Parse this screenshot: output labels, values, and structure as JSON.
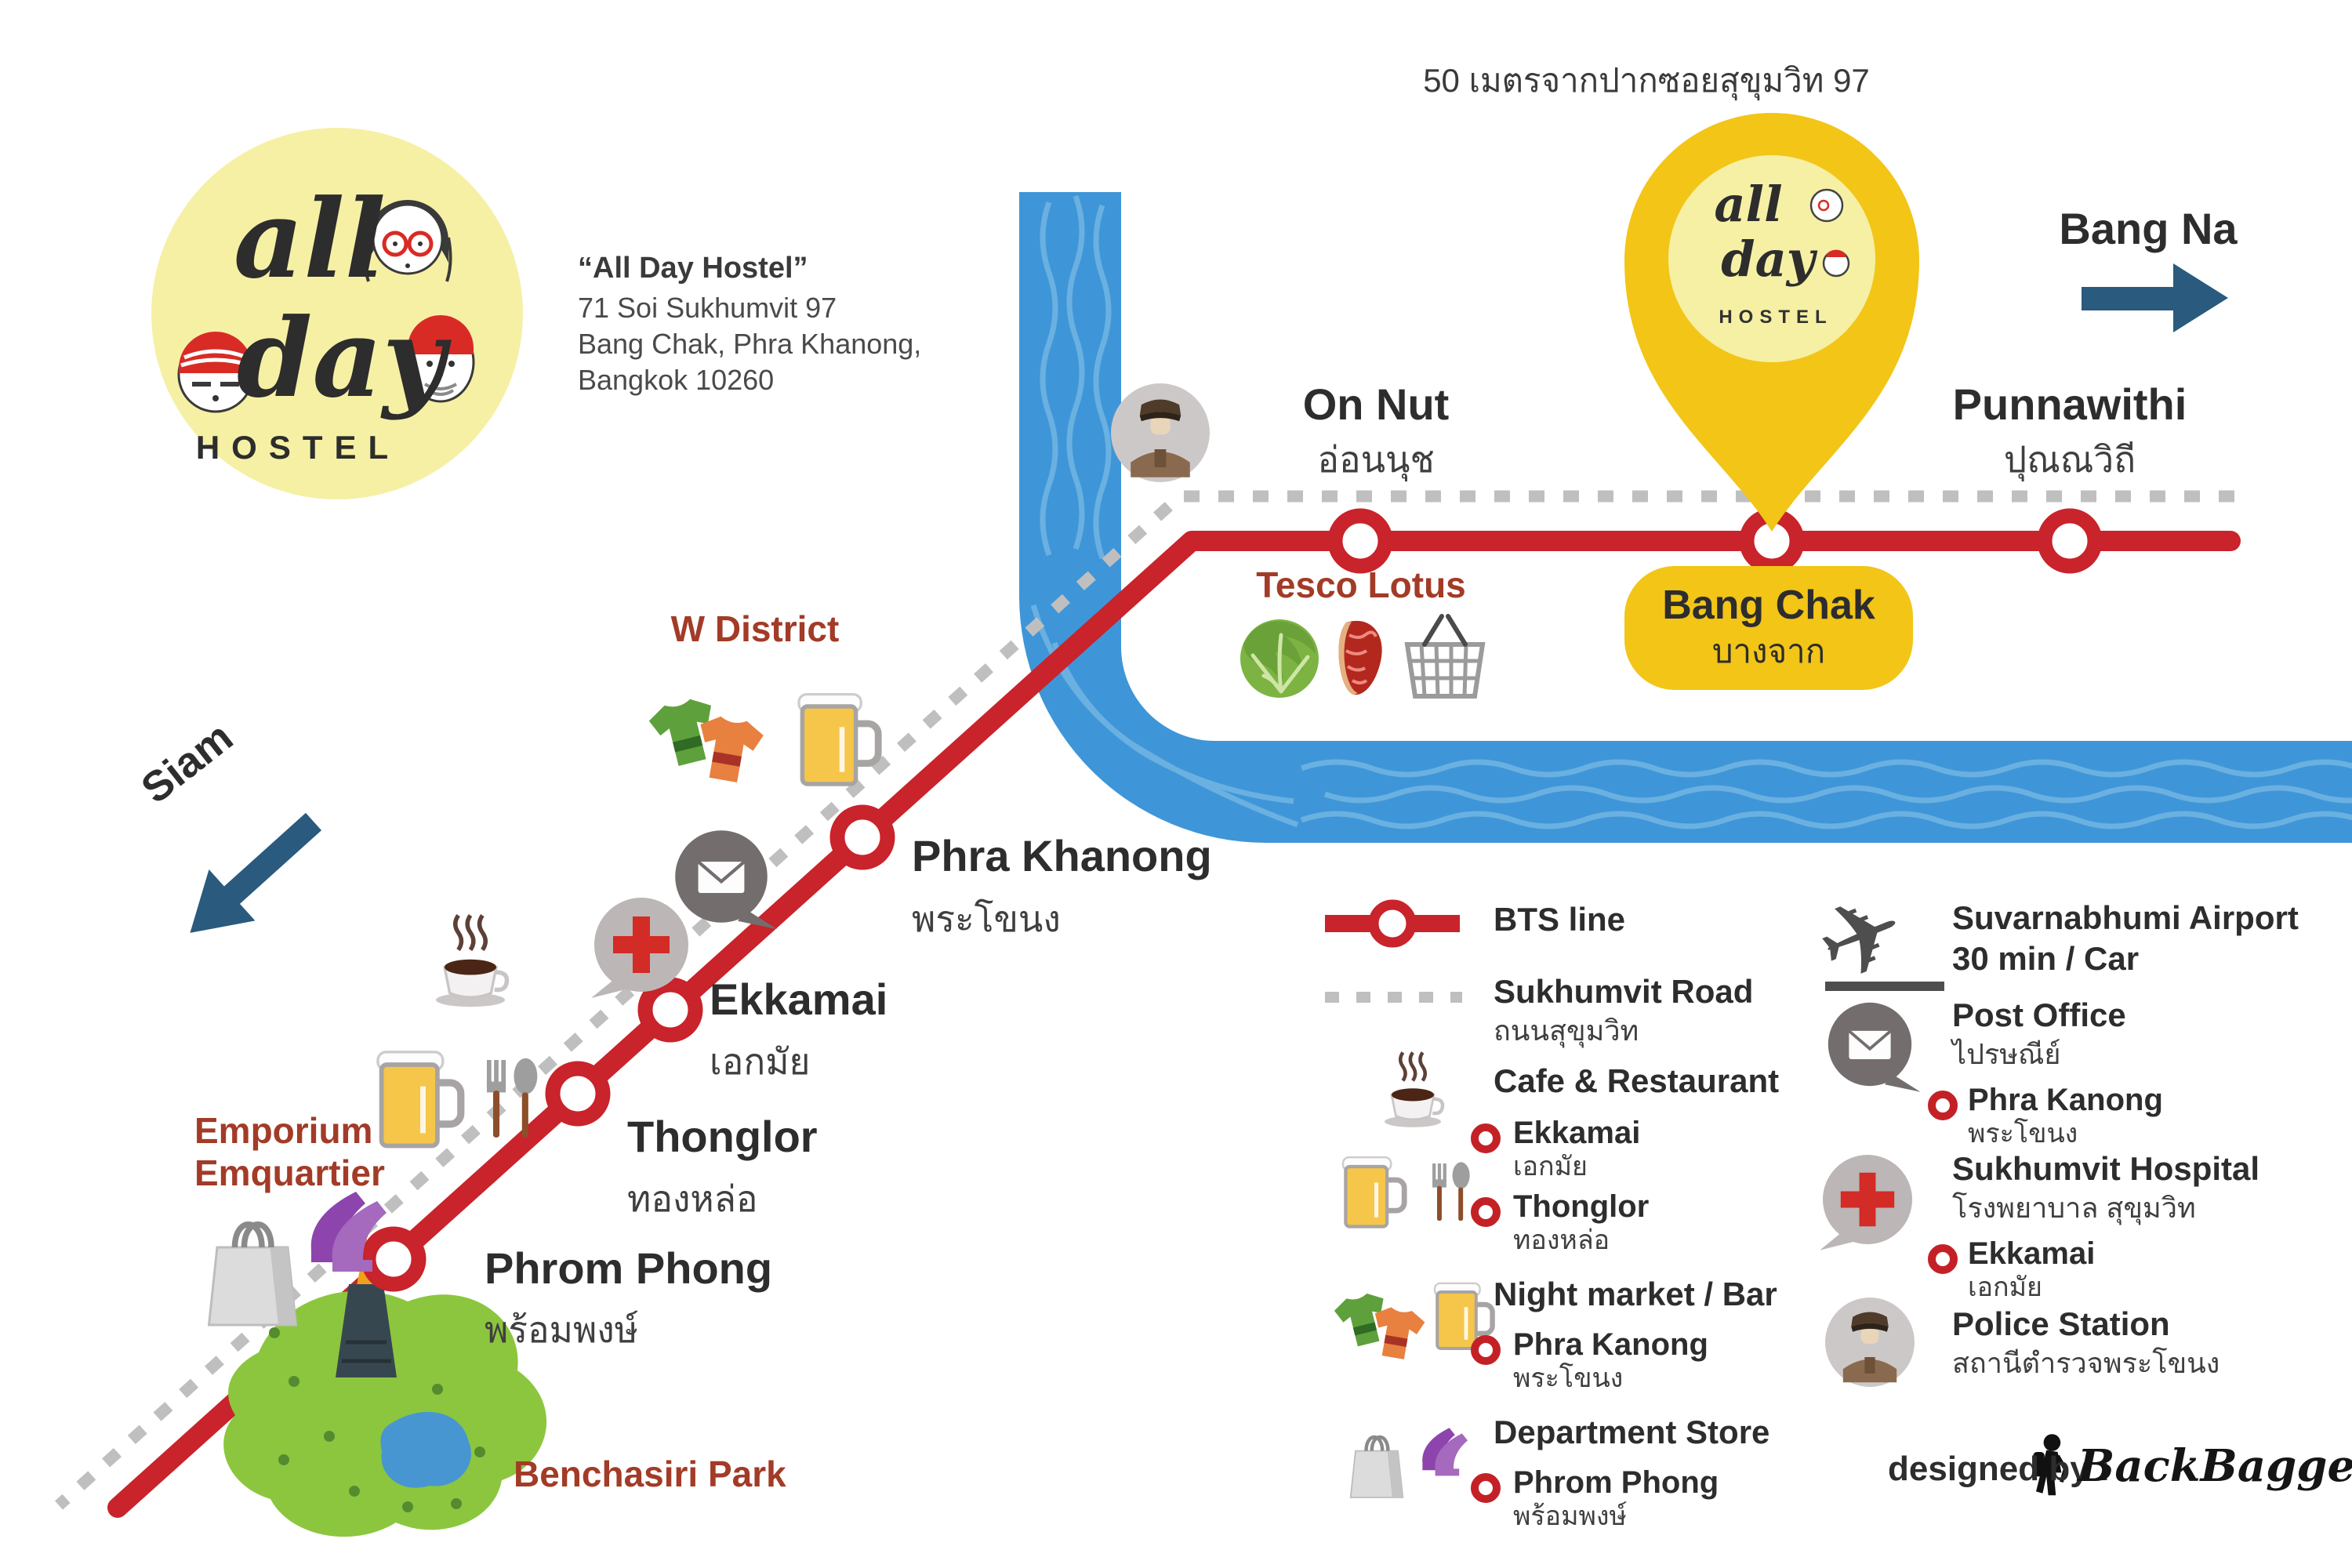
{
  "note": "50 เมตรจากปากซอยสุขุมวิท 97",
  "logo": {
    "word1": "all",
    "word2": "day",
    "sub": "HOSTEL"
  },
  "address": {
    "name": "“All Day Hostel”",
    "line1": "71 Soi Sukhumvit 97",
    "line2": "Bang Chak, Phra Khanong,",
    "line3": "Bangkok 10260"
  },
  "directions": {
    "east": "Bang Na",
    "west": "Siam"
  },
  "stations": {
    "on_nut": {
      "en": "On Nut",
      "th": "อ่อนนุช"
    },
    "bang_chak": {
      "en": "Bang Chak",
      "th": "บางจาก"
    },
    "punnawithi": {
      "en": "Punnawithi",
      "th": "ปุณณวิถี"
    },
    "phra_khanong": {
      "en": "Phra Khanong",
      "th": "พระโขนง"
    },
    "ekkamai": {
      "en": "Ekkamai",
      "th": "เอกมัย"
    },
    "thonglor": {
      "en": "Thonglor",
      "th": "ทองหล่อ"
    },
    "phrom_phong": {
      "en": "Phrom Phong",
      "th": "พร้อมพงษ์"
    }
  },
  "pois": {
    "tesco": "Tesco Lotus",
    "w_district": "W District",
    "emporium": [
      "Emporium",
      "Emquartier"
    ],
    "park": "Benchasiri Park"
  },
  "legend": {
    "bts": {
      "label": "BTS line"
    },
    "road": {
      "label": "Sukhumvit Road",
      "th": "ถนนสุขุมวิท"
    },
    "cafe": {
      "label": "Cafe & Restaurant",
      "items": [
        {
          "en": "Ekkamai",
          "th": "เอกมัย"
        },
        {
          "en": "Thonglor",
          "th": "ทองหล่อ"
        }
      ]
    },
    "night": {
      "label": "Night market / Bar",
      "items": [
        {
          "en": "Phra Kanong",
          "th": "พระโขนง"
        }
      ]
    },
    "dept": {
      "label": "Department Store",
      "items": [
        {
          "en": "Phrom Phong",
          "th": "พร้อมพงษ์"
        }
      ]
    },
    "airport": {
      "label": "Suvarnabhumi Airport",
      "sub": "30 min / Car"
    },
    "post": {
      "label": "Post Office",
      "th": "ไปรษณีย์",
      "items": [
        {
          "en": "Phra Kanong",
          "th": "พระโขนง"
        }
      ]
    },
    "hospital": {
      "label": "Sukhumvit Hospital",
      "th": "โรงพยาบาล สุขุมวิท",
      "items": [
        {
          "en": "Ekkamai",
          "th": "เอกมัย"
        }
      ]
    },
    "police": {
      "label": "Police Station",
      "th": "สถานีตำรวจพระโขนง"
    }
  },
  "footer": {
    "credit": "designed by :",
    "brand": "BackBagger"
  },
  "icons": [
    "plane-icon",
    "mail-icon",
    "red-cross-icon",
    "police-officer-icon",
    "coffee-icon",
    "beer-icon",
    "fork-spoon-icon",
    "tshirt-icon",
    "shopping-bag-icon",
    "high-heels-icon",
    "cabbage-icon",
    "meat-icon",
    "basket-icon",
    "backpacker-icon",
    "map-pin-icon",
    "arrow-right-icon",
    "arrow-down-left-icon"
  ],
  "colors": {
    "bts_red": "#c9232b",
    "river_blue": "#3e96d8",
    "wave_blue": "#6db2e2",
    "pin_yellow": "#f2c517",
    "logo_yellow": "#f6f0a5",
    "arrow_blue": "#2a5a7d",
    "poi_red": "#a23b27",
    "park_green": "#8cc63e",
    "text_dark": "#2d2d2d"
  }
}
